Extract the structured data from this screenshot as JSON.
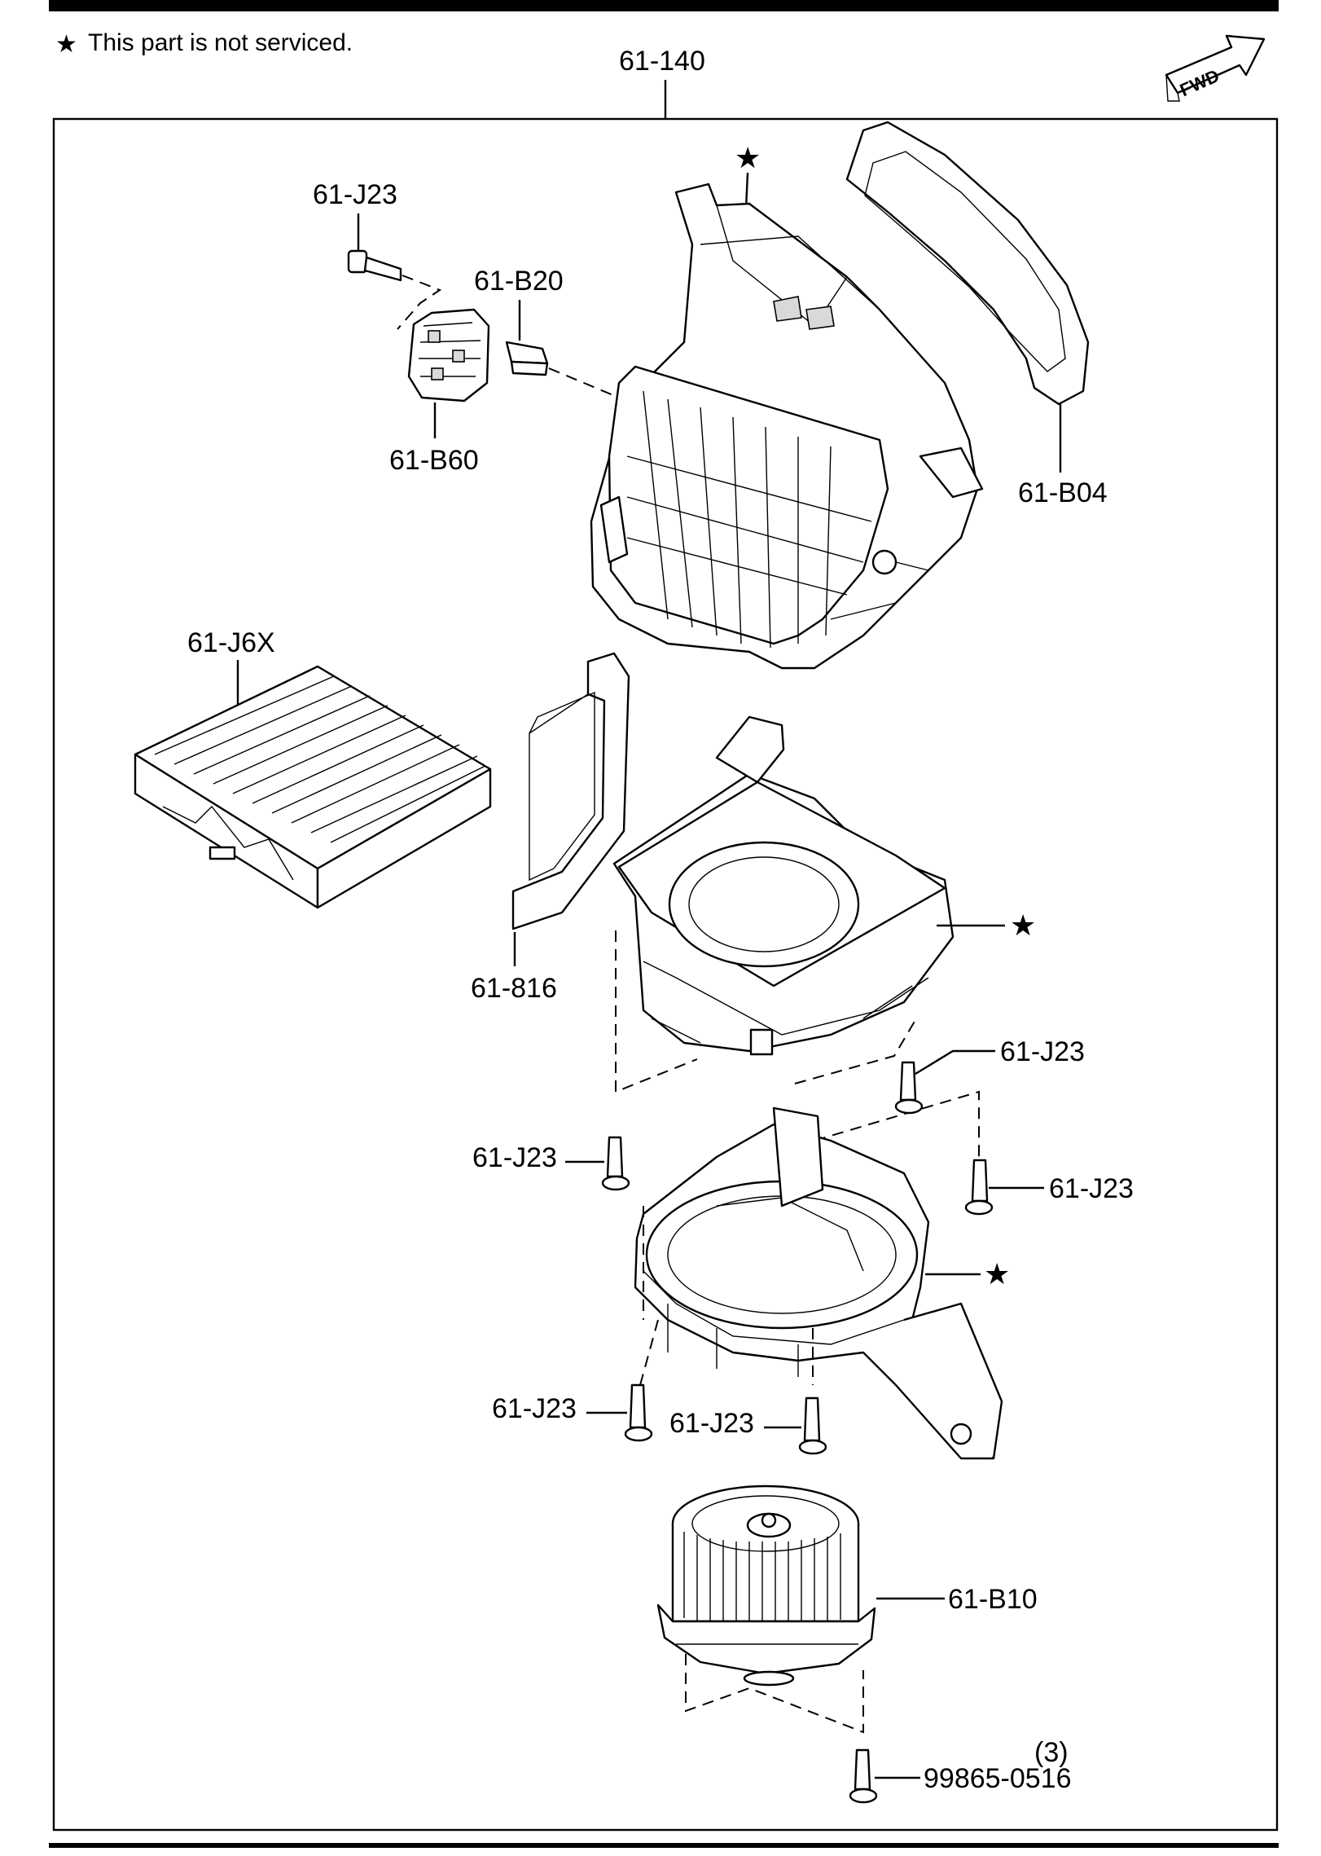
{
  "note": {
    "text": "This part is not serviced."
  },
  "fwd_label": "FWD",
  "callouts": {
    "assembly": "61-140",
    "j23_top": "61-J23",
    "b20": "61-B20",
    "b60": "61-B60",
    "b04": "61-B04",
    "j6x": "61-J6X",
    "c816": "61-816",
    "j23_right_upper": "61-J23",
    "j23_left_mid": "61-J23",
    "j23_right_mid": "61-J23",
    "j23_left_low": "61-J23",
    "j23_center_low": "61-J23",
    "b10": "61-B10",
    "screw": "99865-0516",
    "screw_qty": "(3)"
  },
  "star_symbol": "★"
}
